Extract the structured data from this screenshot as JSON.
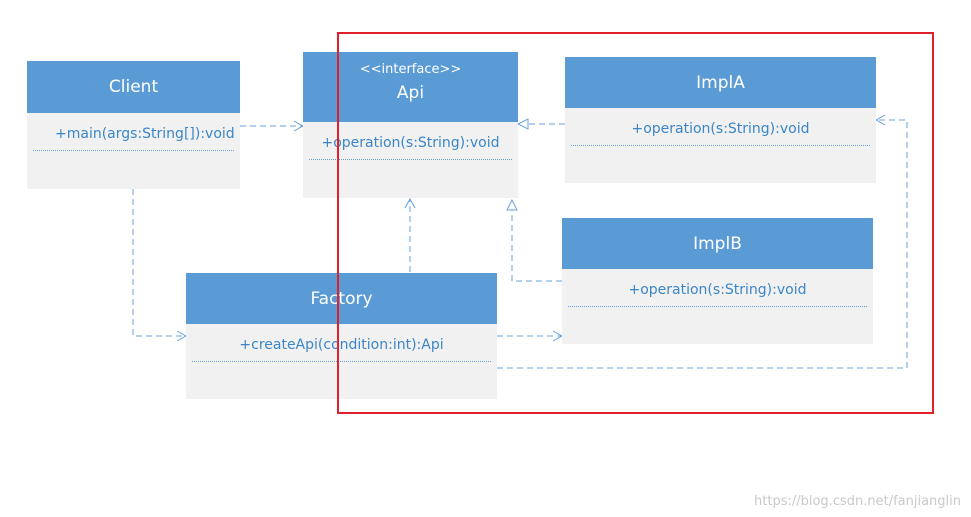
{
  "classes": {
    "client": {
      "name": "Client",
      "operation": "+main(args:String[]):void"
    },
    "api": {
      "stereotype": "<<interface>>",
      "name": "Api",
      "operation": "+operation(s:String):void"
    },
    "impla": {
      "name": "ImplA",
      "operation": "+operation(s:String):void"
    },
    "implb": {
      "name": "ImplB",
      "operation": "+operation(s:String):void"
    },
    "factory": {
      "name": "Factory",
      "operation": "+createApi(condition:int):Api"
    }
  },
  "watermark": "https://blog.csdn.net/fanjianglin",
  "colors": {
    "header": "#5b9bd5",
    "body": "#f1f1f1",
    "operation_text": "#3a86c8",
    "connector": "#6aa0d8",
    "highlight_frame": "#e0202a"
  }
}
